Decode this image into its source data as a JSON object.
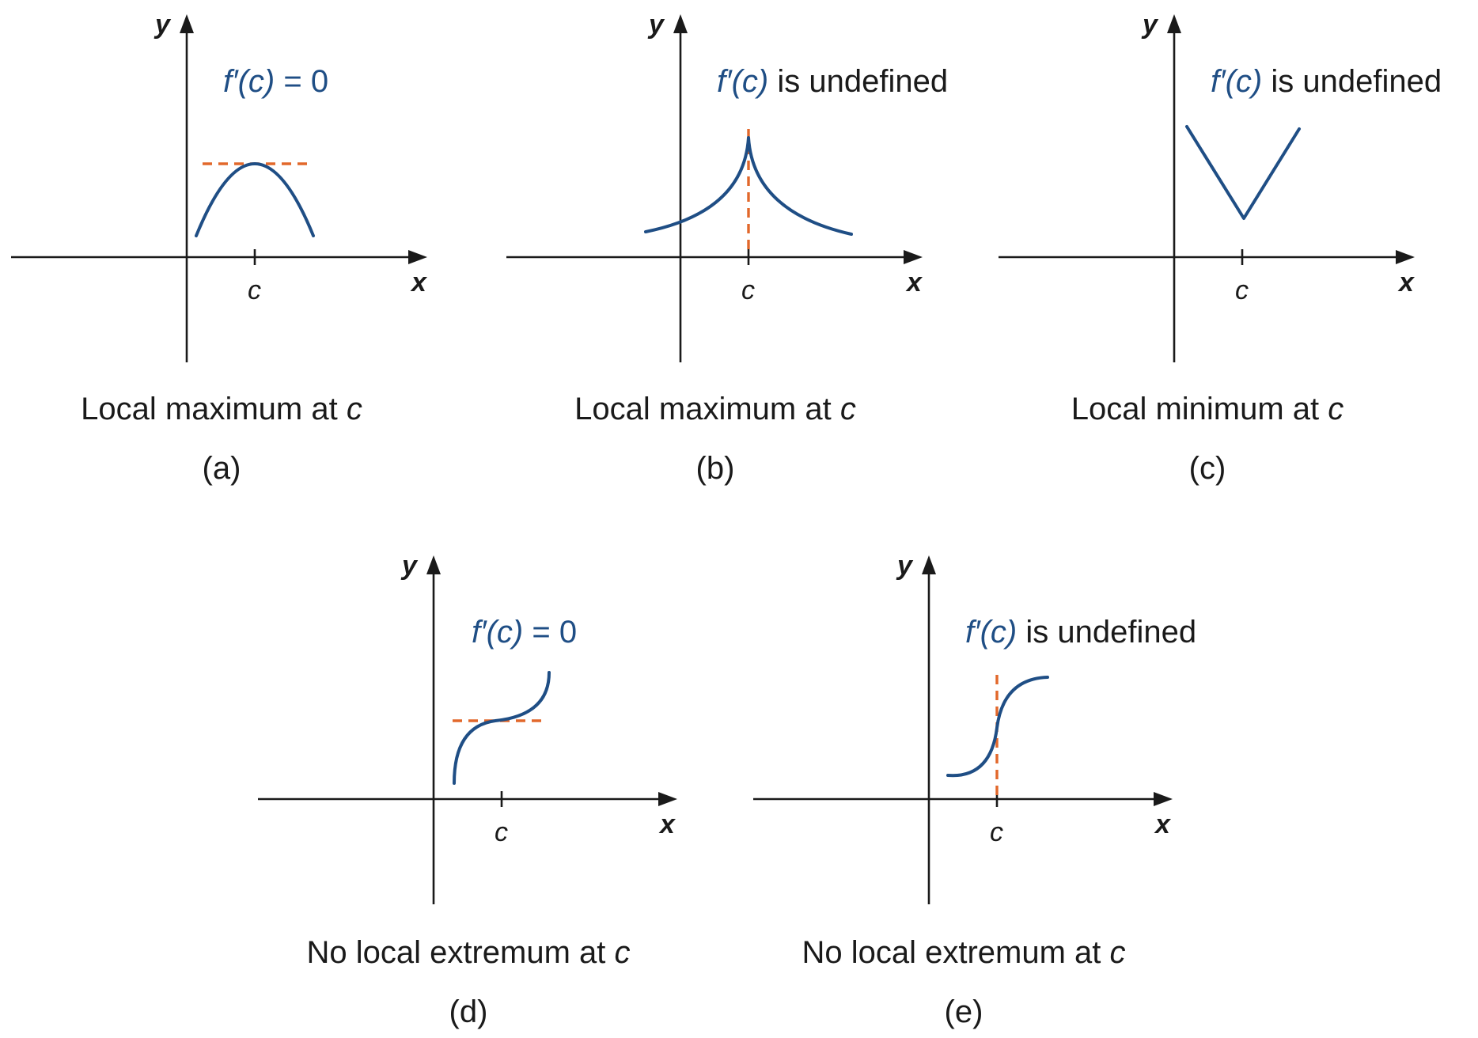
{
  "axes": {
    "x": "x",
    "y": "y",
    "tick": "c"
  },
  "panels": [
    {
      "id": "a",
      "derivative_prefix": "f′(c)",
      "derivative_suffix": " = 0",
      "caption_text": "Local maximum at ",
      "caption_var": "c",
      "sublabel": "(a)"
    },
    {
      "id": "b",
      "derivative_prefix": "f′(c)",
      "derivative_suffix": " is undefined",
      "caption_text": "Local maximum at ",
      "caption_var": "c",
      "sublabel": "(b)"
    },
    {
      "id": "c",
      "derivative_prefix": "f′(c)",
      "derivative_suffix": " is undefined",
      "caption_text": "Local minimum at ",
      "caption_var": "c",
      "sublabel": "(c)"
    },
    {
      "id": "d",
      "derivative_prefix": "f′(c)",
      "derivative_suffix": " = 0",
      "caption_text": "No local extremum at ",
      "caption_var": "c",
      "sublabel": "(d)"
    },
    {
      "id": "e",
      "derivative_prefix": "f′(c)",
      "derivative_suffix": " is undefined",
      "caption_text": "No local extremum at ",
      "caption_var": "c",
      "sublabel": "(e)"
    }
  ],
  "colors": {
    "curve": "#1f4e85",
    "tangent_dash": "#e2682b",
    "axis": "#1a1a1a"
  }
}
